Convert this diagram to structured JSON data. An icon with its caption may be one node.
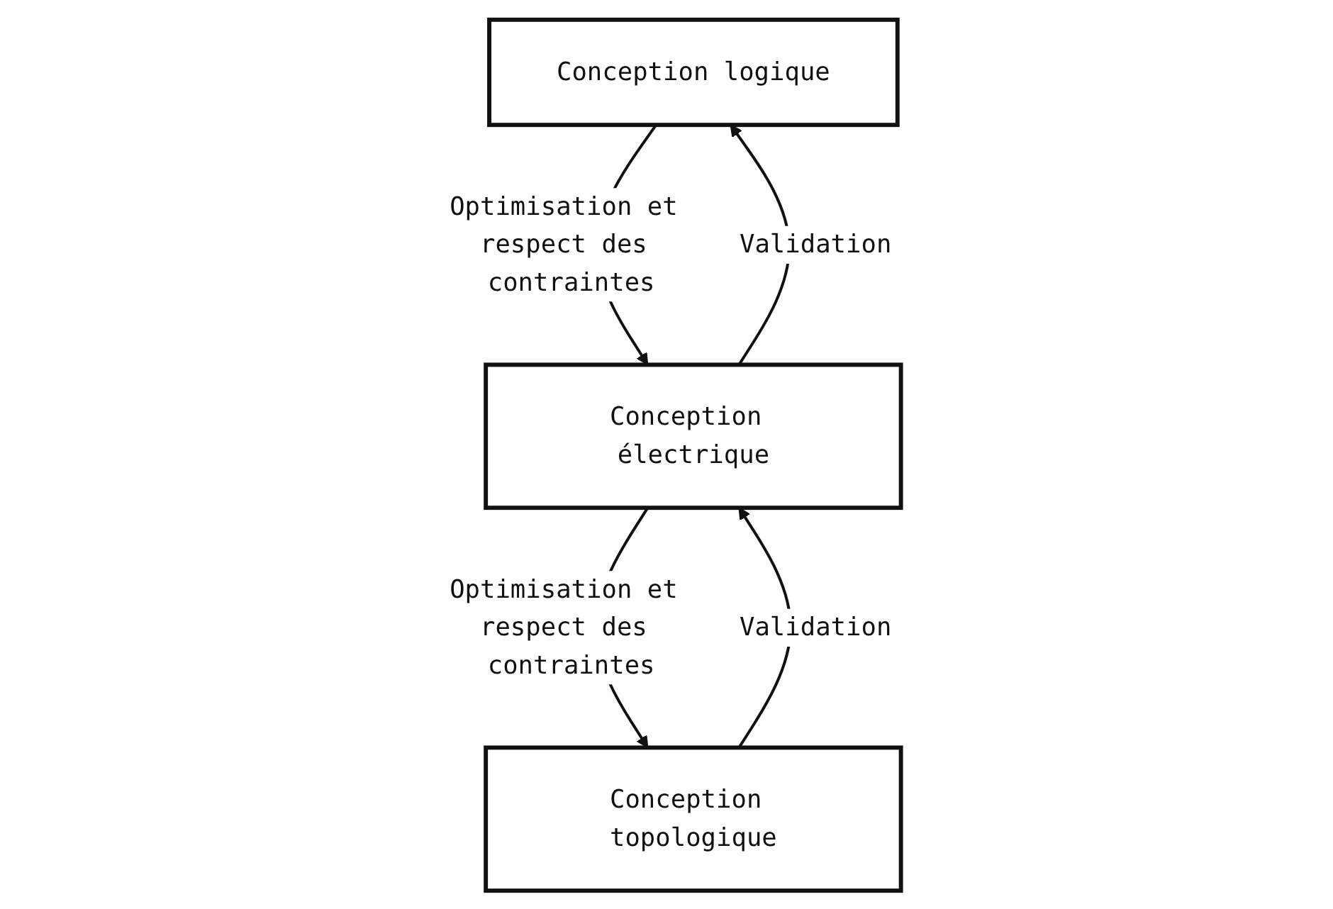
{
  "diagram": {
    "nodes": [
      {
        "text": [
          "Conception logique"
        ]
      },
      {
        "text": [
          "Conception électrique"
        ]
      },
      {
        "text": [
          "Conception topologique"
        ]
      }
    ],
    "edges": [
      {
        "from": 0,
        "to": 1,
        "arrow": "to",
        "label": "Optimisation et respect des contraintes"
      },
      {
        "from": 1,
        "to": 0,
        "arrow": "to",
        "label": "Validation"
      },
      {
        "from": 1,
        "to": 2,
        "arrow": "to",
        "label": "Optimisation et respect des contraintes"
      },
      {
        "from": 2,
        "to": 1,
        "arrow": "to",
        "label": "Validation"
      }
    ]
  }
}
